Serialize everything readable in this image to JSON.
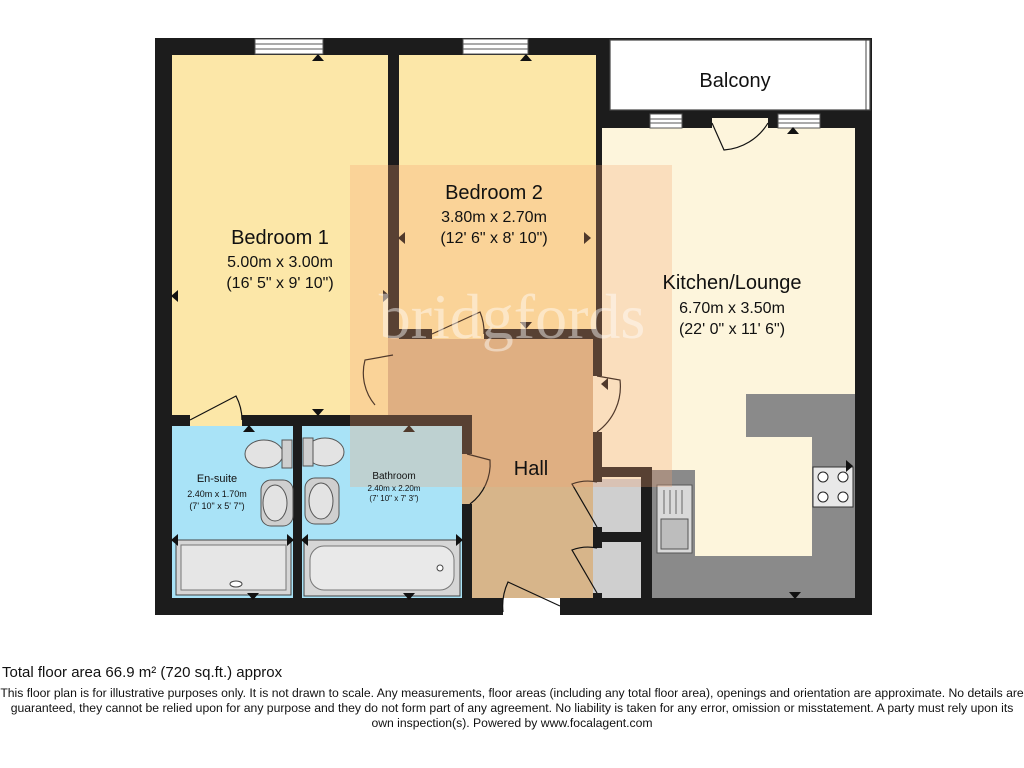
{
  "rooms": {
    "bedroom1": {
      "name": "Bedroom 1",
      "metric": "5.00m x 3.00m",
      "imperial": "(16' 5\" x 9' 10\")"
    },
    "bedroom2": {
      "name": "Bedroom 2",
      "metric": "3.80m x 2.70m",
      "imperial": "(12' 6\" x 8' 10\")"
    },
    "kitchen": {
      "name": "Kitchen/Lounge",
      "metric": "6.70m x 3.50m",
      "imperial": "(22' 0\" x 11' 6\")"
    },
    "ensuite": {
      "name": "En-suite",
      "metric": "2.40m x 1.70m",
      "imperial": "(7' 10\" x 5' 7\")"
    },
    "bathroom": {
      "name": "Bathroom",
      "metric": "2.40m x 2.20m",
      "imperial": "(7' 10\" x 7' 3\")"
    },
    "hall": {
      "name": "Hall"
    },
    "balcony": {
      "name": "Balcony"
    }
  },
  "watermark": "bridgfords",
  "footer": {
    "total_area": "Total floor area 66.9 m² (720 sq.ft.) approx",
    "disclaimer": "This floor plan is for illustrative purposes only. It is not drawn to scale. Any measurements, floor areas (including any total floor area), openings and orientation are approximate. No details are guaranteed, they cannot be relied upon for any purpose and they do not form part of any agreement. No liability is taken for any error, omission or misstatement. A party must rely upon its own inspection(s). Powered by www.focalagent.com"
  },
  "colors": {
    "bedroom": "#fce7a8",
    "kitchen": "#fdf5dc",
    "wet_room": "#a9e3f7",
    "hall": "#d7b58a",
    "worktop": "#8a8a8a",
    "wall": "#1c1c1c"
  }
}
